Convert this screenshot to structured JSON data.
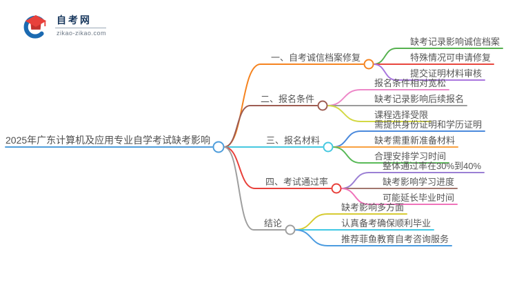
{
  "logo": {
    "title": "自考网",
    "subtitle": "zikao-zikao.com",
    "colors": {
      "navy": "#16365c",
      "blue": "#1b6ab1",
      "red": "#e23c32",
      "red_dark": "#c4332e"
    }
  },
  "mindmap": {
    "root": {
      "label": "2025年广东计算机及应用专业自学考试缺考影响",
      "color": "#4e9ddb"
    },
    "branches": [
      {
        "label": "一、自考诚信档案修复",
        "color": "#f5831f",
        "children": [
          {
            "label": "缺考记录影响诚信档案",
            "color": "#55b14e"
          },
          {
            "label": "特殊情况可申请修复",
            "color": "#e8453c"
          },
          {
            "label": "提交证明材料审核",
            "color": "#a875de"
          }
        ]
      },
      {
        "label": "二、报名条件",
        "color": "#9d5c52",
        "children": [
          {
            "label": "报名条件相对宽松",
            "color": "#ed87c8"
          },
          {
            "label": "缺考记录影响后续报名",
            "color": "#9a9a9a"
          },
          {
            "label": "课程选择受限",
            "color": "#d3d843"
          }
        ]
      },
      {
        "label": "三、报名材料",
        "color": "#45c8e0",
        "children": [
          {
            "label": "需提供身份证明和学历证明",
            "color": "#4a89dc"
          },
          {
            "label": "缺考需重新准备材料",
            "color": "#f9a03f"
          },
          {
            "label": "合理安排学习时间",
            "color": "#58b957"
          }
        ]
      },
      {
        "label": "四、考试通过率",
        "color": "#e8403a",
        "children": [
          {
            "label": "整体通过率在30%到40%",
            "color": "#9b7fd4"
          },
          {
            "label": "缺考影响学习进度",
            "color": "#a1766d"
          },
          {
            "label": "可能延长毕业时间",
            "color": "#ef72ba"
          }
        ]
      },
      {
        "label": "结论",
        "color": "#9e9e9e",
        "children": [
          {
            "label": "缺考影响多方面",
            "color": "#d6cb32"
          },
          {
            "label": "认真备考确保顺利毕业",
            "color": "#3fc8e4"
          },
          {
            "label": "推荐菲鱼教育自考咨询服务",
            "color": "#4a9be0"
          }
        ]
      }
    ]
  }
}
